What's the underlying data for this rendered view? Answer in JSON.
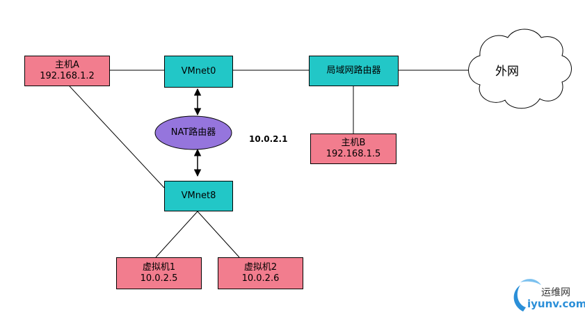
{
  "nodes": {
    "host_a": {
      "name": "主机A",
      "ip": "192.168.1.2"
    },
    "vmnet0": {
      "name": "VMnet0"
    },
    "lan_router": {
      "name": "局域网路由器"
    },
    "internet": {
      "name": "外网"
    },
    "host_b": {
      "name": "主机B",
      "ip": "192.168.1.5"
    },
    "nat_router": {
      "name": "NAT路由器"
    },
    "nat_ip": "10.0.2.1",
    "vmnet8": {
      "name": "VMnet8"
    },
    "vm1": {
      "name": "虚拟机1",
      "ip": "10.0.2.5"
    },
    "vm2": {
      "name": "虚拟机2",
      "ip": "10.0.2.6"
    }
  },
  "watermark": {
    "cn": "运维网",
    "url": "iyunv.com"
  },
  "colors": {
    "host": "#f27d8e",
    "switch": "#22c7c7",
    "nat": "#9575dd",
    "logo": "#2b8fd8"
  }
}
